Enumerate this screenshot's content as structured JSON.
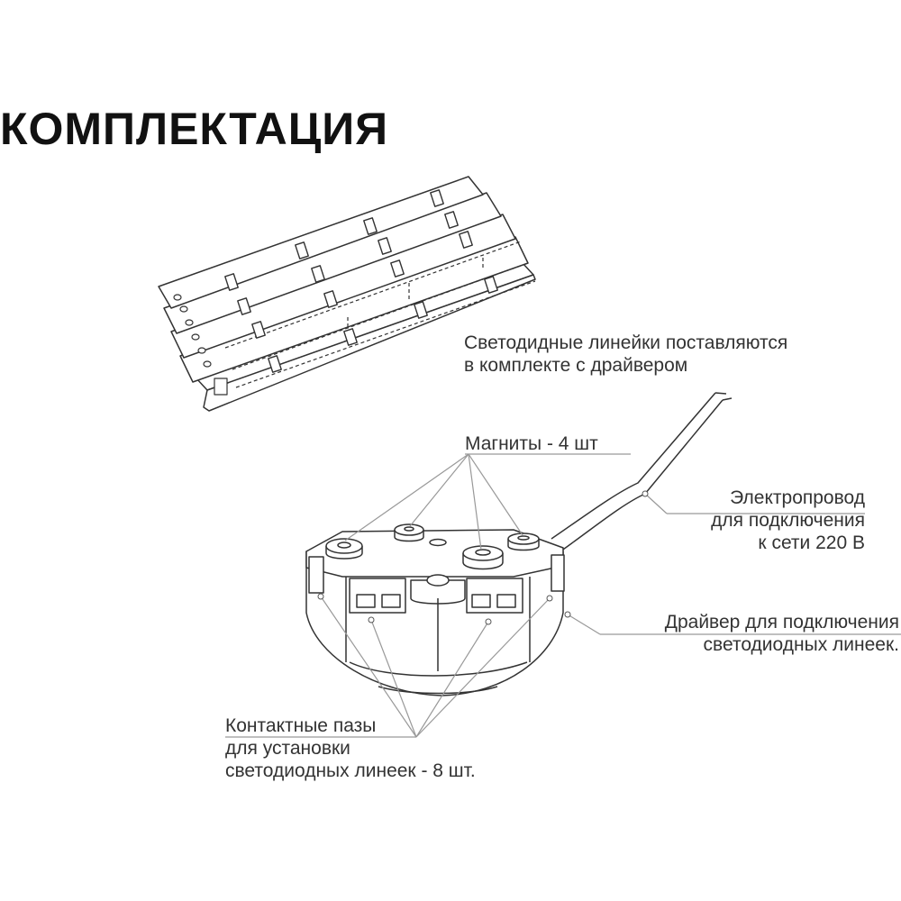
{
  "title": "КОМПЛЕКТАЦИЯ",
  "strips_caption": {
    "line1": "Светодидные линейки поставляются",
    "line2": "в комплекте с драйвером"
  },
  "magnets": {
    "label": "Магниты - 4 шт"
  },
  "wire": {
    "line1": "Электропровод",
    "line2": "для подключения",
    "line3": "к сети 220 В"
  },
  "driver": {
    "line1": "Драйвер для подключения",
    "line2": "светодиодных линеек."
  },
  "slots": {
    "line1": "Контактные пазы",
    "line2": "для установки",
    "line3": "светодиодных линеек - 8 шт."
  },
  "colors": {
    "text": "#333333",
    "line": "#333333",
    "leader": "#999999"
  }
}
